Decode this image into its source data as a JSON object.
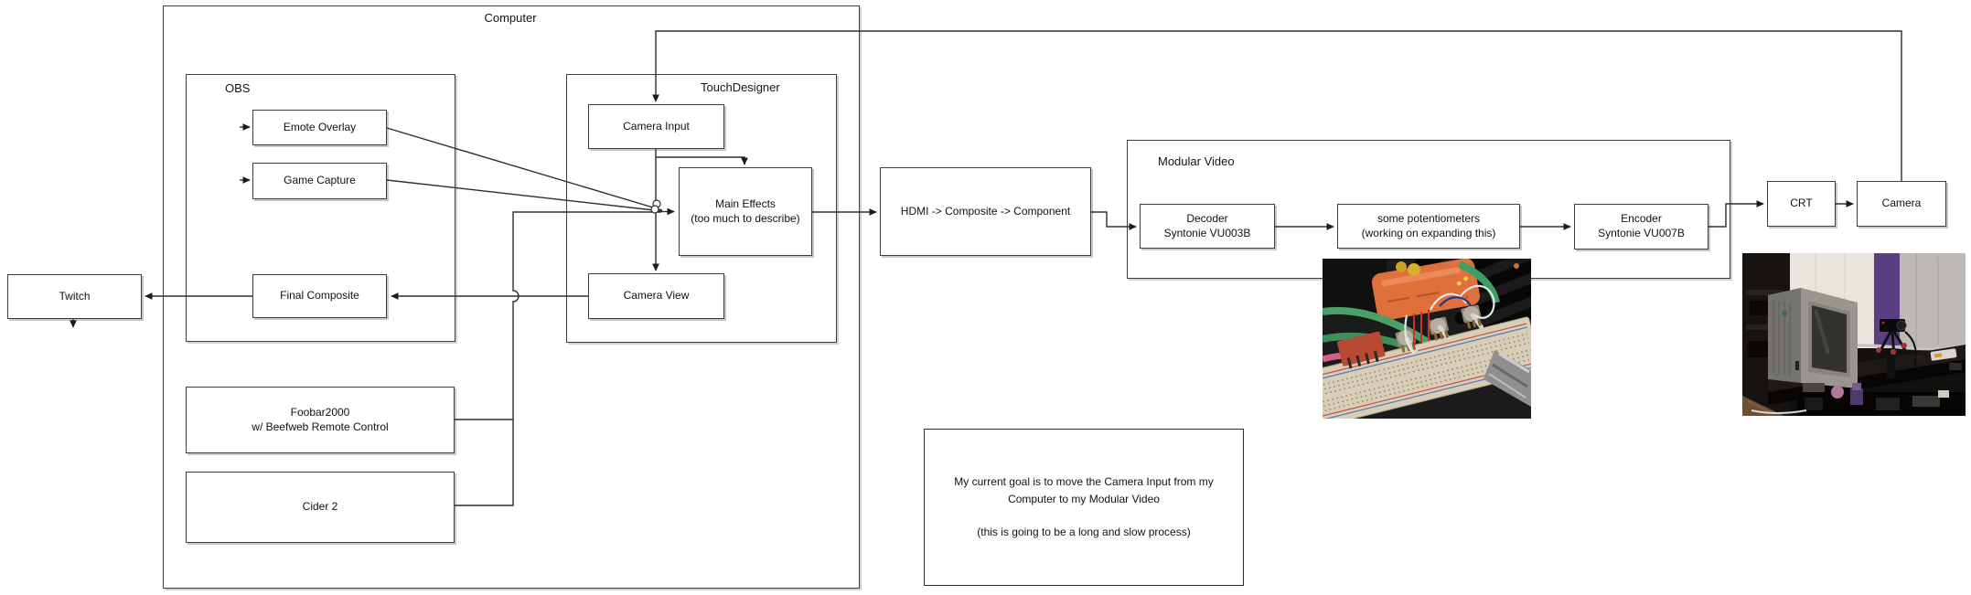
{
  "containers": {
    "computer": {
      "label": "Computer"
    },
    "obs": {
      "label": "OBS"
    },
    "touchdesigner": {
      "label": "TouchDesigner"
    },
    "modular_video": {
      "label": "Modular Video"
    }
  },
  "nodes": {
    "twitch": {
      "label": "Twitch"
    },
    "emote_overlay": {
      "label": "Emote Overlay"
    },
    "game_capture": {
      "label": "Game Capture"
    },
    "final_composite": {
      "label": "Final Composite"
    },
    "camera_input": {
      "label": "Camera Input"
    },
    "main_effects": {
      "line1": "Main Effects",
      "line2": "(too much to describe)"
    },
    "camera_view": {
      "label": "Camera View"
    },
    "foobar2000": {
      "line1": "Foobar2000",
      "line2": "w/ Beefweb Remote Control"
    },
    "cider": {
      "label": "Cider 2"
    },
    "hdmi_converter": {
      "label": "HDMI -> Composite -> Component"
    },
    "decoder": {
      "line1": "Decoder",
      "line2": "Syntonie VU003B"
    },
    "potentiometers": {
      "line1": "some potentiometers",
      "line2": "(working on expanding this)"
    },
    "encoder": {
      "line1": "Encoder",
      "line2": "Syntonie VU007B"
    },
    "crt": {
      "label": "CRT"
    },
    "camera": {
      "label": "Camera"
    }
  },
  "note": {
    "line1": "My current goal is to move the Camera Input from my",
    "line2": "Computer to my Modular Video",
    "line3": "(this is going to be a long and slow process)"
  },
  "photos": {
    "breadboard": "breadboard with potentiometers and patch cables",
    "crt_setup": "CRT television and camera on shelf"
  },
  "colors": {
    "wire": "#2e2e2e",
    "box_border": "#3e3e3e",
    "background": "#ffffff"
  }
}
